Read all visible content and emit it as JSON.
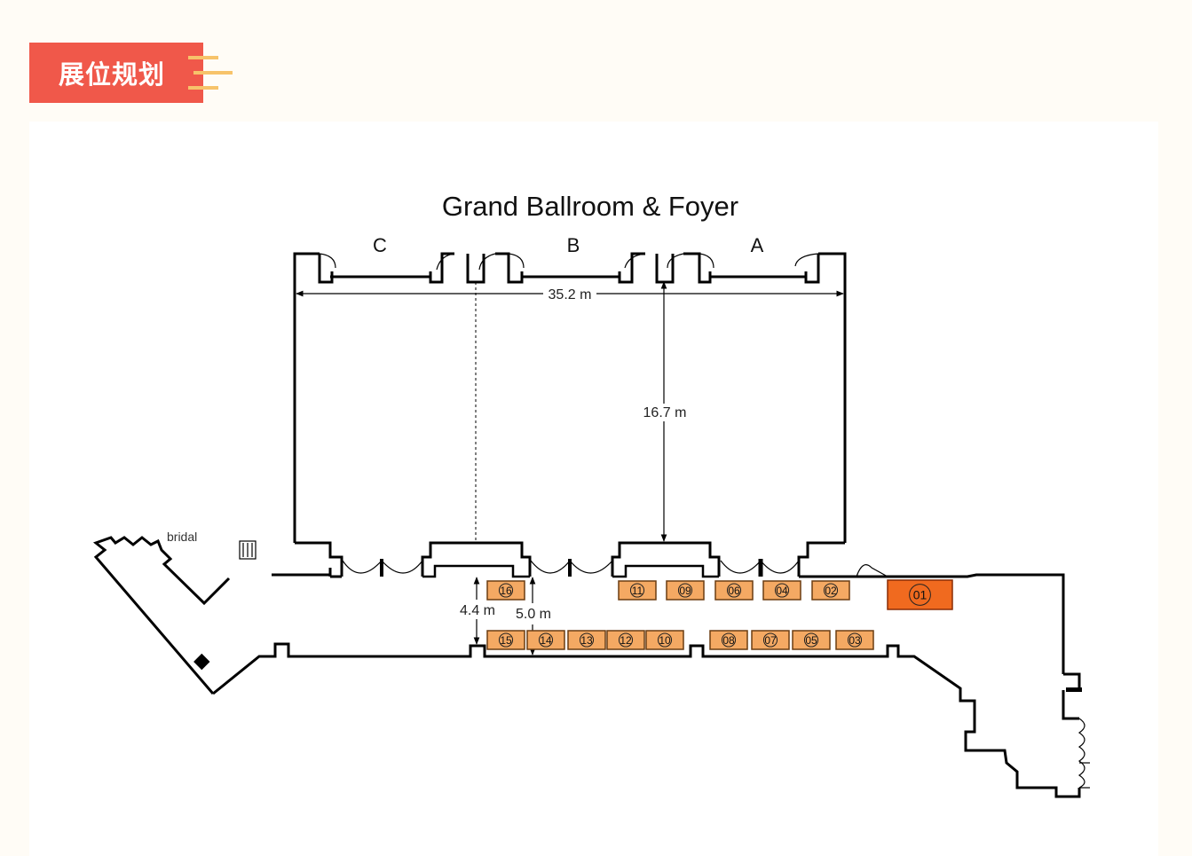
{
  "header": {
    "title": "展位规划"
  },
  "plan": {
    "title": "Grand Ballroom & Foyer",
    "sections": [
      "C",
      "B",
      "A"
    ],
    "dimensions": {
      "width": "35.2 m",
      "depth": "16.7 m",
      "foyer_left": "4.4 m",
      "foyer_right": "5.0 m"
    },
    "room_label": "bridal",
    "booths_top": [
      "16",
      "11",
      "09",
      "06",
      "04",
      "02"
    ],
    "booths_bottom": [
      "15",
      "14",
      "13",
      "12",
      "10",
      "08",
      "07",
      "05",
      "03"
    ],
    "highlight_booth": "01",
    "colors": {
      "booth_fill": "#f4a963",
      "booth_stroke": "#6b3d12",
      "highlight_fill": "#f06a1f",
      "highlight_stroke": "#8a2c05",
      "header_bg": "#f0584a",
      "stripe": "#f7c36a"
    }
  }
}
